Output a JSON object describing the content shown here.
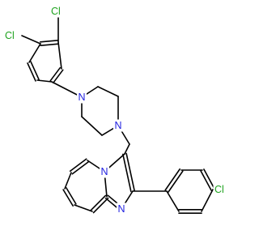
{
  "colors": {
    "bond": "#000000",
    "chlorine": "#1fa31f",
    "nitrogen": "#2020e0",
    "background": "#ffffff"
  },
  "atoms": {
    "cl_top_right": "Cl",
    "cl_top_left": "Cl",
    "n_piperazine_top": "N",
    "n_piperazine_bottom": "N",
    "n_bridgehead": "N",
    "n_imidazole": "N",
    "cl_aryl_right": "Cl"
  }
}
